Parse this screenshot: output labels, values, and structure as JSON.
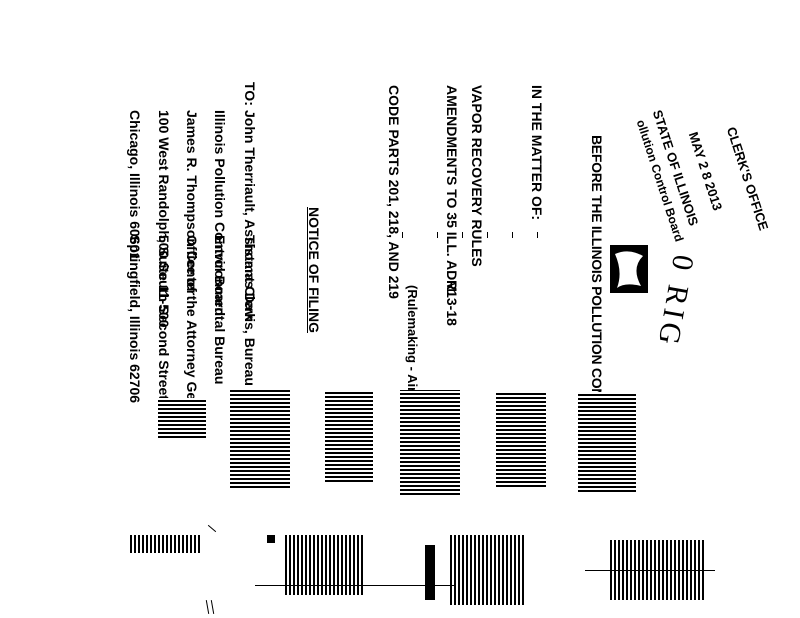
{
  "stamp": {
    "office": "CLERK'S OFFICE",
    "date": "MAY 2 8 2013",
    "state": "STATE OF ILLINOIS",
    "board": "ollution Control Board"
  },
  "header": {
    "title": "BEFORE THE ILLINOIS POLLUTION CONTROL BOARD"
  },
  "caption": {
    "matter": "IN THE MATTER OF:",
    "line1": "VAPOR RECOVERY RULES",
    "line2": "AMENDMENTS TO 35 ILL. ADM.",
    "line3": "CODE PARTS 201, 218, AND 219",
    "docket": "R13-18",
    "docket_note": "(Rulemaking - Air)"
  },
  "notice": {
    "heading": "NOTICE OF FILING"
  },
  "service": {
    "to_label": "TO:",
    "left": [
      "John Therriault, Assistant Clerk",
      "Illinois Pollution Control Board",
      "James R. Thompson Center",
      "100 West Randolph, Suite 11-500",
      "Chicago, Illinois 60601"
    ],
    "right": [
      "Thomas Davis, Bureau Chief",
      "Environmental Bureau",
      "Office of the Attorney General",
      "500 South Second Street",
      "Springfield, Illinois 62706"
    ]
  },
  "stamp_logo": {
    "text": "0 RIG"
  }
}
